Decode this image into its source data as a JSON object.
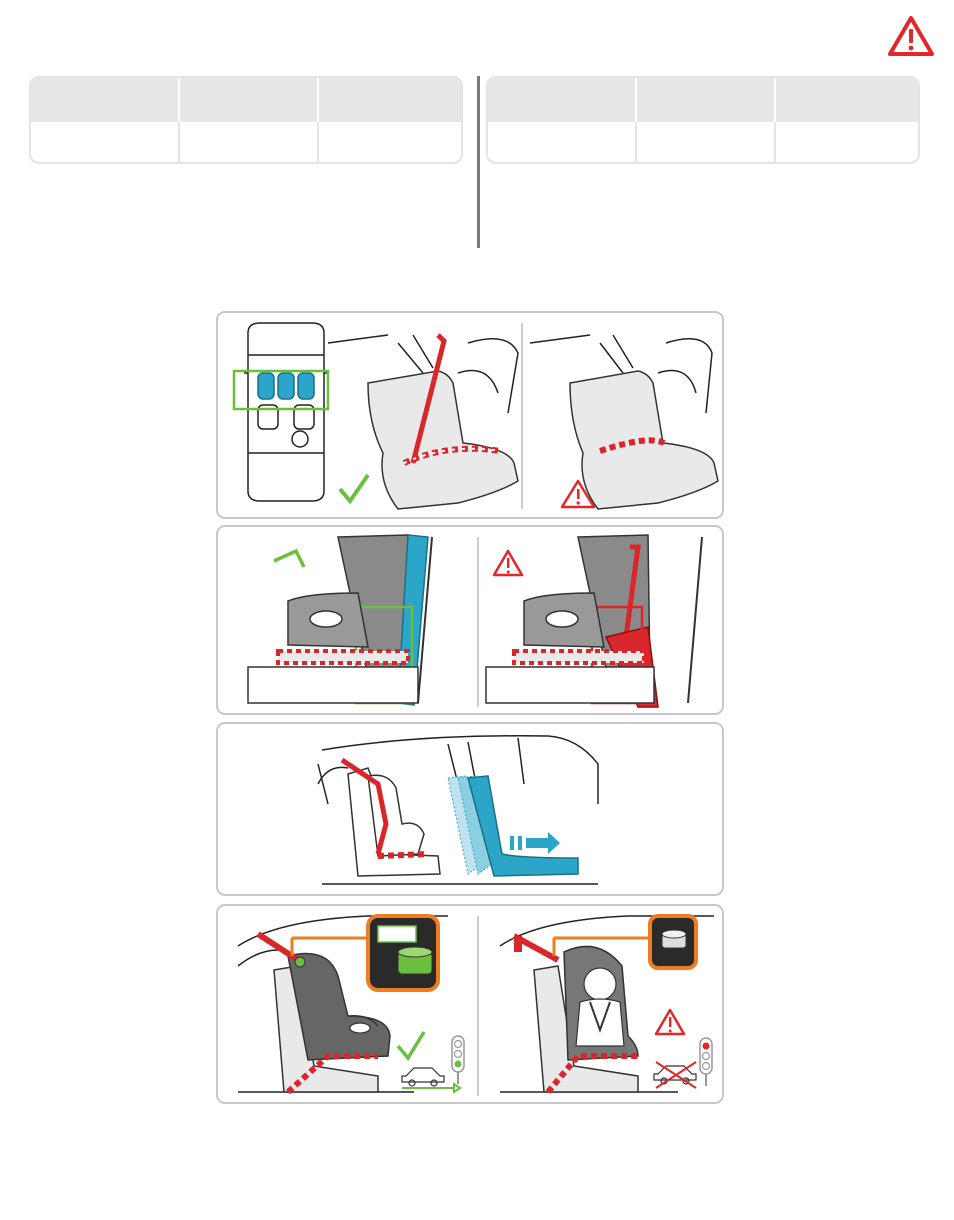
{
  "colors": {
    "warning_red": "#e2262a",
    "check_green": "#6cbe3f",
    "belt_red": "#d9262b",
    "belt_blue": "#2ba6c8",
    "highlight_orange": "#ee7d22",
    "seat_gray": "#8a8a8a",
    "table_header_gray": "#e7e7e7",
    "panel_border": "#c8c8c8"
  },
  "icons": {
    "top_warning": "warning-triangle-icon",
    "check": "checkmark-icon",
    "warning": "warning-triangle-icon",
    "traffic_light": "traffic-light-icon",
    "car": "car-icon",
    "arrow": "arrow-right-icon"
  },
  "tables": {
    "left": {
      "headers": [
        "",
        "",
        ""
      ],
      "row": [
        "",
        "",
        ""
      ]
    },
    "right": {
      "headers": [
        "",
        "",
        ""
      ],
      "row": [
        "",
        "",
        ""
      ]
    }
  },
  "panels": [
    {
      "id": "rear-seat-belt-routing",
      "left_status": "correct",
      "right_status": "incorrect"
    },
    {
      "id": "belt-guide-position",
      "left_status": "correct",
      "right_status": "incorrect"
    },
    {
      "id": "front-seat-adjust",
      "status": "info"
    },
    {
      "id": "tension-indicator",
      "left_status": "correct",
      "right_status": "incorrect"
    }
  ]
}
